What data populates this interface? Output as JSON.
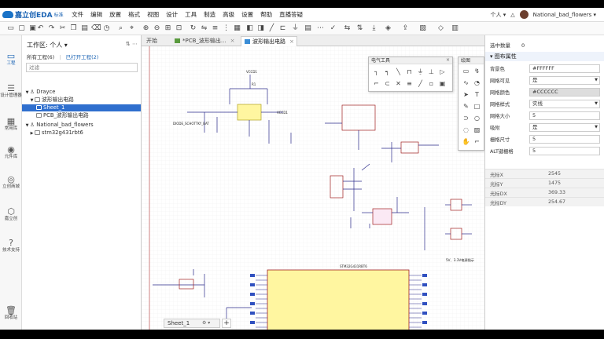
{
  "app": {
    "brand": "嘉立创EDA",
    "edition": "标准",
    "menu": [
      "文件",
      "编辑",
      "放置",
      "格式",
      "视图",
      "设计",
      "工具",
      "制造",
      "高级",
      "设置",
      "帮助",
      "直播答疑"
    ],
    "user_mode": "个人",
    "username": "National_bad_flowers"
  },
  "rail": [
    {
      "label": "工程",
      "icon": "folder-icon"
    },
    {
      "label": "设计管理器",
      "icon": "design-manager-icon"
    },
    {
      "label": "常用库",
      "icon": "common-library-icon"
    },
    {
      "label": "元件库",
      "icon": "component-library-icon"
    },
    {
      "label": "立创商城",
      "icon": "lcsc-mall-icon"
    },
    {
      "label": "嘉立创",
      "icon": "jlc-icon"
    },
    {
      "label": "技术支持",
      "icon": "help-icon"
    },
    {
      "label": "回收站",
      "icon": "trash-icon"
    }
  ],
  "project": {
    "workspace": "工作区: 个人",
    "tab_all": "所有工程(6)",
    "tab_open": "已打开工程(2)",
    "filter_placeholder": "过滤",
    "tree": [
      {
        "label": "Drayce",
        "level": 0,
        "toggle": "▼"
      },
      {
        "label": "波形输出电路",
        "level": 1,
        "toggle": "▼"
      },
      {
        "label": "Sheet_1",
        "level": 2,
        "toggle": ""
      },
      {
        "label": "PCB_波形输出电路",
        "level": 2,
        "toggle": ""
      },
      {
        "label": "National_bad_flowers",
        "level": 0,
        "toggle": "▼"
      },
      {
        "label": "stm32g431rbt6",
        "level": 1,
        "toggle": "▶"
      }
    ]
  },
  "tabs": [
    {
      "label": "开始"
    },
    {
      "label": "*PCB_波形输出..."
    },
    {
      "label": "波形输出电路"
    }
  ],
  "panels": {
    "electrical_title": "电气工具",
    "drawing_title": "绘图"
  },
  "sheet": {
    "name": "Sheet_1",
    "add": "+"
  },
  "props": {
    "selected_label": "选中数量",
    "selected_value": "0",
    "section": "图布属性",
    "rows": [
      {
        "key": "背景色",
        "value": "#FFFFFF",
        "dropdown": false,
        "gray": false
      },
      {
        "key": "网格可见",
        "value": "是",
        "dropdown": true,
        "gray": false
      },
      {
        "key": "网格颜色",
        "value": "#CCCCCC",
        "dropdown": false,
        "gray": true
      },
      {
        "key": "网格样式",
        "value": "实线",
        "dropdown": true,
        "gray": false
      },
      {
        "key": "网格大小",
        "value": "5",
        "dropdown": false,
        "gray": false
      },
      {
        "key": "吸附",
        "value": "是",
        "dropdown": true,
        "gray": false
      },
      {
        "key": "栅格尺寸",
        "value": "5",
        "dropdown": false,
        "gray": false
      },
      {
        "key": "ALT键栅格",
        "value": "5",
        "dropdown": false,
        "gray": false
      }
    ],
    "coords": [
      {
        "key": "光标X",
        "value": "2545"
      },
      {
        "key": "光标Y",
        "value": "1475"
      },
      {
        "key": "光标DX",
        "value": "369.33"
      },
      {
        "key": "光标DY",
        "value": "254.67"
      }
    ]
  },
  "schematic_labels": {
    "diode": "DIODE_SCHOTTKY_BAT",
    "vdd1": "VCCD1",
    "vdd2": "VCCD1",
    "r1": "R1",
    "note": "5V、3.3V电源指示",
    "mcu": "STM32G431RBT6"
  }
}
